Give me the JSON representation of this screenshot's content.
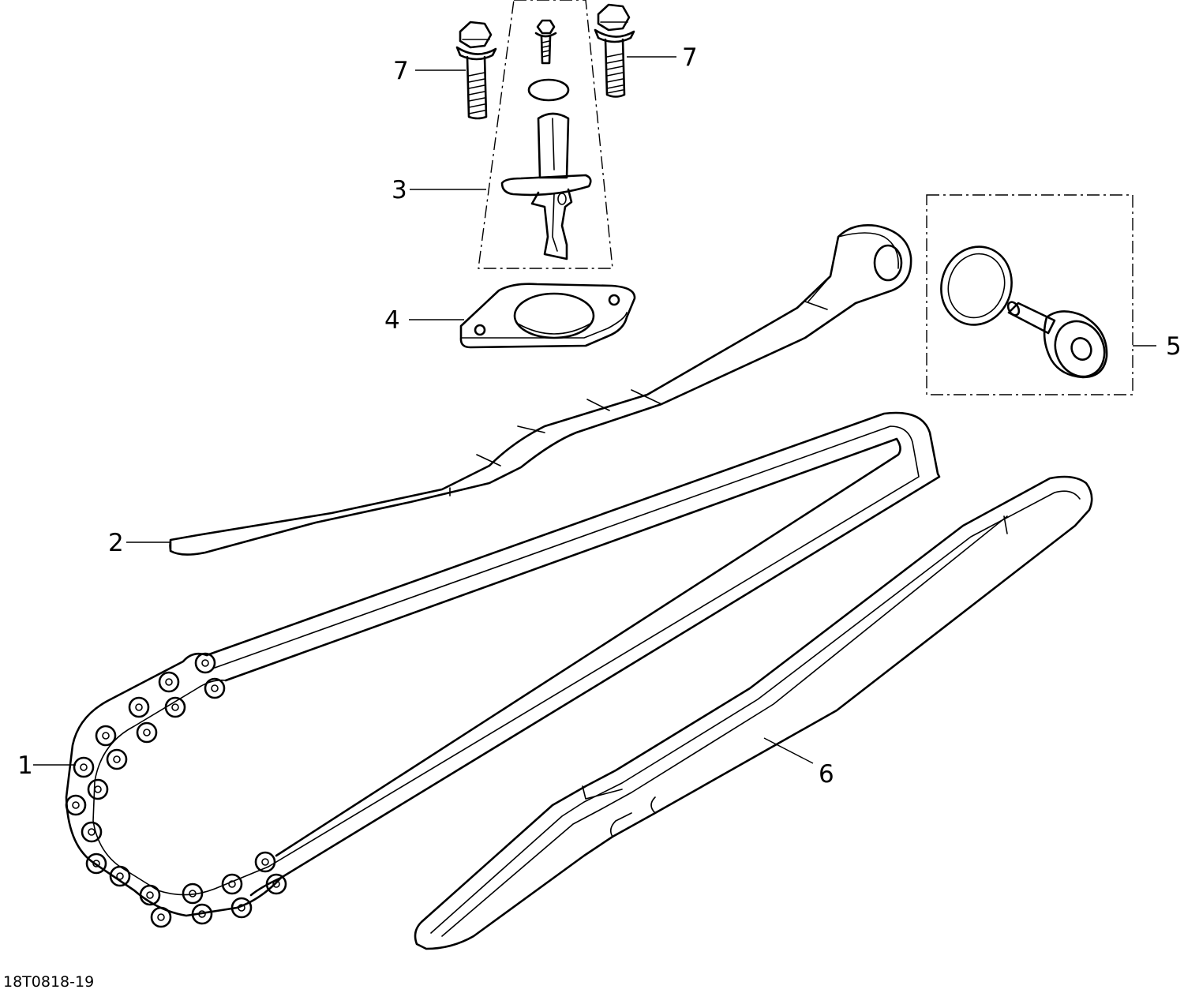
{
  "callouts": {
    "c1": "1",
    "c2": "2",
    "c3": "3",
    "c4": "4",
    "c5": "5",
    "c6": "6",
    "c7a": "7",
    "c7b": "7"
  },
  "reference_code": "18T0818-19"
}
